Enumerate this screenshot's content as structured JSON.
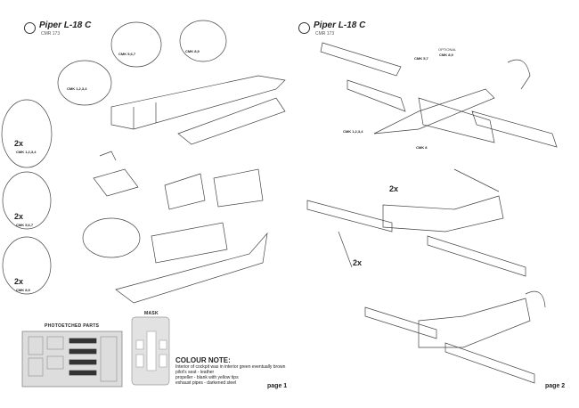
{
  "page1": {
    "title": "Piper L-18 C",
    "code": "CMR 173",
    "callouts": [
      "CMK 5,6,7",
      "CMK 8,9",
      "CMK 1,2,3,4",
      "CMK 1,2,3,4",
      "CMK 5,6,7",
      "CMK 8,9"
    ],
    "multiplier": "2x",
    "photoetched_label": "PHOTOETCHED PARTS",
    "mask_label": "MASK",
    "colour_note": {
      "heading": "COLOUR NOTE:",
      "lines": [
        "Interior of cockpit was in interior green eventually brown",
        "pilot's seat - leather",
        "propeller - blank with yellow tips",
        "exhaust pipes - darkened steel"
      ]
    },
    "page_label": "page 1"
  },
  "page2": {
    "title": "Piper L-18 C",
    "code": "CMR 173",
    "callouts": [
      "CMK 5,7",
      "CMK 8,9",
      "CMK 1,2,3,4",
      "CMK 8"
    ],
    "optional": "OPTIONAL",
    "multiplier": "2x",
    "page_label": "page 2"
  }
}
